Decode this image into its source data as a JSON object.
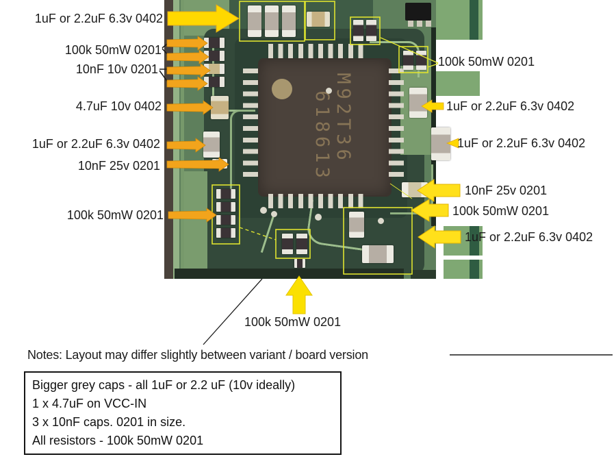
{
  "photo": {
    "chip": {
      "marking_line1": "M92T36",
      "marking_line2": "618613"
    }
  },
  "labels": {
    "left": [
      {
        "text": "1uF or 2.2uF 6.3v 0402"
      },
      {
        "text": "100k 50mW 0201"
      },
      {
        "text": "10nF 10v 0201"
      },
      {
        "text": "4.7uF 10v 0402"
      },
      {
        "text": "1uF or 2.2uF 6.3v 0402"
      },
      {
        "text": "10nF 25v 0201"
      },
      {
        "text": "100k 50mW 0201"
      }
    ],
    "right": [
      {
        "text": "100k 50mW 0201"
      },
      {
        "text": "1uF or 2.2uF 6.3v 0402"
      },
      {
        "text": "1uF or 2.2uF 6.3v 0402"
      },
      {
        "text": "10nF 25v 0201"
      },
      {
        "text": "100k 50mW 0201"
      },
      {
        "text": "1uF or 2.2uF 6.3v 0402"
      }
    ],
    "bottom": {
      "text": "100k 50mW 0201"
    }
  },
  "notes": {
    "text": "Notes: Layout may differ slightly between variant / board version"
  },
  "info_box": {
    "lines": [
      "Bigger grey caps - all 1uF or 2.2 uF (10v ideally)",
      "1 x 4.7uF on VCC-IN",
      "3 x 10nF caps. 0201 in size.",
      "All resistors - 100k 50mW 0201"
    ]
  },
  "colors": {
    "arrow_yellow": "#FFD800",
    "arrow_orange": "#F2A41C",
    "outline_yellow": "#DFE32F",
    "pcb_green": "#5E7F5C",
    "pcb_dark": "#33493A"
  }
}
